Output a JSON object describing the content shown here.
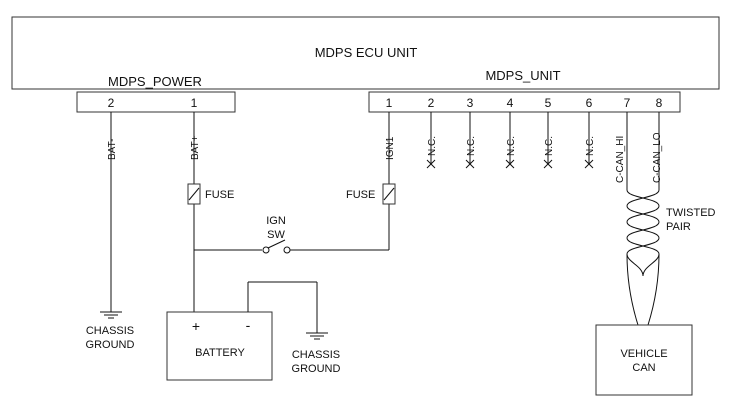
{
  "ecu": {
    "title": "MDPS ECU UNIT",
    "power_connector": {
      "label": "MDPS_POWER",
      "pins": [
        {
          "num": "2",
          "signal": "BAT-"
        },
        {
          "num": "1",
          "signal": "BAT+"
        }
      ]
    },
    "unit_connector": {
      "label": "MDPS_UNIT",
      "pins": [
        {
          "num": "1",
          "signal": "IGN1"
        },
        {
          "num": "2",
          "signal": "N.C."
        },
        {
          "num": "3",
          "signal": "N.C."
        },
        {
          "num": "4",
          "signal": "N.C."
        },
        {
          "num": "5",
          "signal": "N.C."
        },
        {
          "num": "6",
          "signal": "N.C."
        },
        {
          "num": "7",
          "signal": "C-CAN_HI"
        },
        {
          "num": "8",
          "signal": "C-CAN_LO"
        }
      ]
    }
  },
  "labels": {
    "fuse_bat": "FUSE",
    "fuse_ign": "FUSE",
    "ign_sw_line1": "IGN",
    "ign_sw_line2": "SW",
    "twisted_line1": "TWISTED",
    "twisted_line2": "PAIR",
    "battery": "BATTERY",
    "battery_plus": "+",
    "battery_minus": "-",
    "ground1_line1": "CHASSIS",
    "ground1_line2": "GROUND",
    "ground2_line1": "CHASSIS",
    "ground2_line2": "GROUND",
    "vehicle_can_line1": "VEHICLE",
    "vehicle_can_line2": "CAN"
  }
}
